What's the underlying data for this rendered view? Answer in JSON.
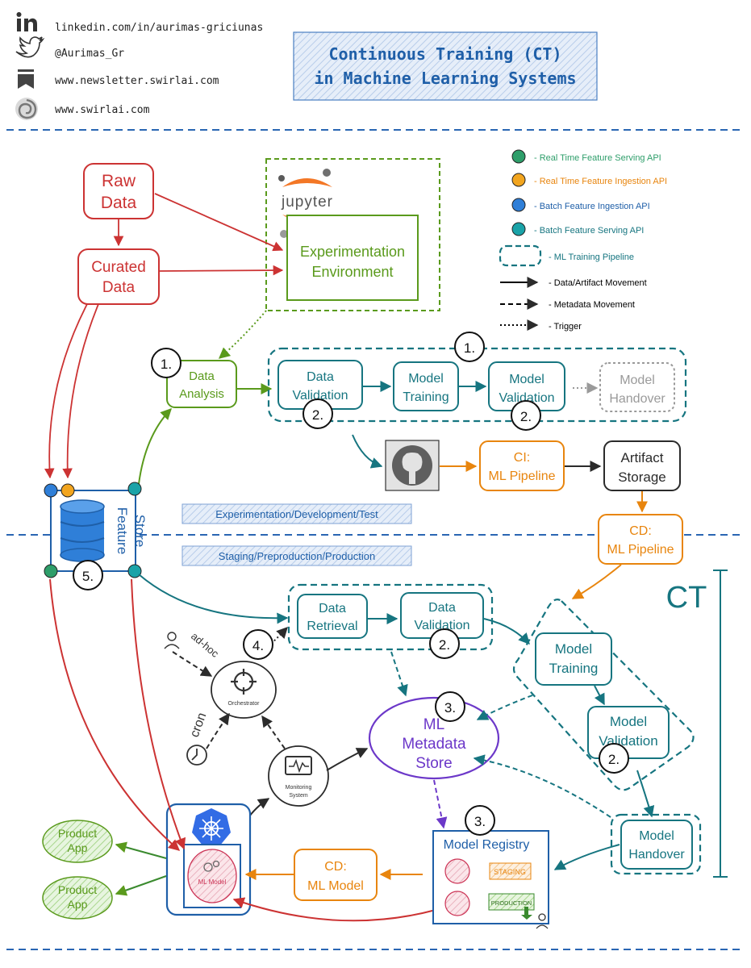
{
  "colors": {
    "red": "#cc3333",
    "green": "#5a9a1c",
    "teal": "#167580",
    "orange": "#e8850e",
    "blue": "#1f5fa8",
    "purple": "#6c38c9",
    "grey": "#9a9a9a",
    "dark": "#2b2b2b",
    "title_blue": "#1f5fa8",
    "divider": "#2a66b3"
  },
  "social": [
    {
      "icon": "linkedin-icon",
      "text": "linkedin.com/in/aurimas-griciunas"
    },
    {
      "icon": "twitter-icon",
      "text": "@Aurimas_Gr"
    },
    {
      "icon": "bookmark-icon",
      "text": "www.newsletter.swirlai.com"
    },
    {
      "icon": "swirl-logo-icon",
      "text": "www.swirlai.com"
    }
  ],
  "title": {
    "line1": "Continuous Training (CT)",
    "line2": "in Machine Learning Systems"
  },
  "legend": [
    {
      "marker": "green-dot",
      "text": "- Real Time Feature Serving API",
      "color": "#2e9e6a"
    },
    {
      "marker": "orange-dot",
      "text": "- Real Time Feature Ingestion API",
      "color": "#e8850e"
    },
    {
      "marker": "blue-dot",
      "text": "- Batch Feature Ingestion API",
      "color": "#1f5fa8"
    },
    {
      "marker": "teal-dot",
      "text": "- Batch Feature Serving API",
      "color": "#167580"
    },
    {
      "marker": "dashed-box",
      "text": "- ML Training Pipeline",
      "color": "#167580"
    },
    {
      "marker": "solid-arrow",
      "text": "- Data/Artifact Movement",
      "color": "#000000"
    },
    {
      "marker": "dashed-arrow",
      "text": "- Metadata Movement",
      "color": "#000000"
    },
    {
      "marker": "dotted-arrow",
      "text": "- Trigger",
      "color": "#000000"
    }
  ],
  "nodes": {
    "raw_data": [
      "Raw",
      "Data"
    ],
    "curated_data": [
      "Curated",
      "Data"
    ],
    "jupyter": "jupyter",
    "experimentation_env": [
      "Experimentation",
      "Environment"
    ],
    "data_analysis": [
      "Data",
      "Analysis"
    ],
    "exp_data_validation": [
      "Data",
      "Validation"
    ],
    "exp_model_training": [
      "Model",
      "Training"
    ],
    "exp_model_validation": [
      "Model",
      "Validation"
    ],
    "exp_model_handover": [
      "Model",
      "Handover"
    ],
    "ci_pipeline": [
      "CI:",
      "ML Pipeline"
    ],
    "artifact_storage": [
      "Artifact",
      "Storage"
    ],
    "cd_pipeline": [
      "CD:",
      "ML Pipeline"
    ],
    "feature_store": [
      "Feature",
      "Store"
    ],
    "prod_data_retrieval": [
      "Data",
      "Retrieval"
    ],
    "prod_data_validation": [
      "Data",
      "Validation"
    ],
    "prod_model_training": [
      "Model",
      "Training"
    ],
    "prod_model_validation": [
      "Model",
      "Validation"
    ],
    "prod_model_handover": [
      "Model",
      "Handover"
    ],
    "orchestrator": "Orchestrator",
    "ad_hoc": "ad-hoc",
    "cron": "cron",
    "monitoring": [
      "Monitoring",
      "System"
    ],
    "metadata_store": [
      "ML",
      "Metadata",
      "Store"
    ],
    "model_registry": "Model Registry",
    "staging": "STAGING",
    "production": "PRODUCTION",
    "cd_model": [
      "CD:",
      "ML Model"
    ],
    "ml_model": "ML Model",
    "product_app_1": [
      "Product",
      "App"
    ],
    "product_app_2": [
      "Product",
      "App"
    ]
  },
  "env_labels": {
    "experimentation": "Experimentation/Development/Test",
    "staging": "Staging/Preproduction/Production"
  },
  "ct_label": "CT",
  "badges": {
    "b1": "1.",
    "b2": "1.",
    "b3": "2.",
    "b4": "2.",
    "b5": "5.",
    "b6": "4.",
    "b7": "2.",
    "b8": "3.",
    "b9": "2.",
    "b10": "3."
  }
}
